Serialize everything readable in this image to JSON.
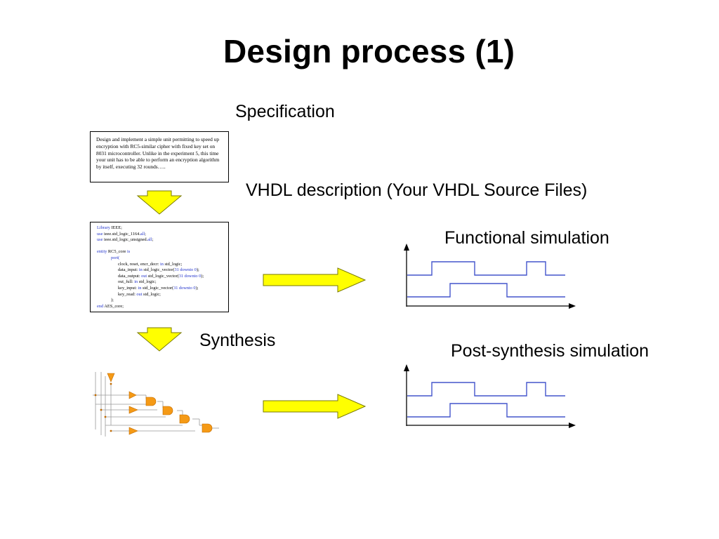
{
  "slide": {
    "title": "Design process (1)",
    "labels": {
      "specification": "Specification",
      "vhdl": "VHDL description (Your VHDL Source Files)",
      "functional": "Functional simulation",
      "synthesis": "Synthesis",
      "post_synthesis": "Post-synthesis simulation"
    },
    "spec_text": "Design and implement a simple unit permitting to speed up encryption with RC5-similar cipher with fixed key set on 8031 microcontroller. Unlike in the experiment 5, this time your unit has to be able to perform an encryption algorithm by itself, executing 32 rounds…..",
    "code": {
      "l1_kw": "Library",
      "l1_rest": " IEEE;",
      "l2_kw": "use",
      "l2_mid": " ieee.std_logic_1164.",
      "l2_kw2": "all",
      "l2_end": ";",
      "l3_kw": "use",
      "l3_mid": " ieee.std_logic_unsigned.",
      "l3_kw2": "all",
      "l3_end": ";",
      "l4_kw": "entity",
      "l4_mid": " RC5_core ",
      "l4_kw2": "is",
      "l5_kw": "port(",
      "l6_a": "clock, reset, encr_decr: ",
      "l6_kw": "in",
      "l6_b": " std_logic;",
      "l7_a": "data_input: ",
      "l7_kw": "in",
      "l7_b": " std_logic_vector(",
      "l7_n1": "31",
      "l7_kw2": " downto ",
      "l7_n2": "0",
      "l7_c": ");",
      "l8_a": "data_output: ",
      "l8_kw": "out",
      "l8_b": " std_logic_vector(",
      "l8_n1": "31",
      "l8_kw2": " downto ",
      "l8_n2": "0",
      "l8_c": ");",
      "l9_a": "out_full: ",
      "l9_kw": "in",
      "l9_b": " std_logic;",
      "l10_a": "key_input: ",
      "l10_kw": "in",
      "l10_b": " std_logic_vector(",
      "l10_n1": "31",
      "l10_kw2": " downto ",
      "l10_n2": "0",
      "l10_c": ");",
      "l11_a": "key_read: ",
      "l11_kw": "out",
      "l11_b": " std_logic;",
      "l12": ");",
      "l13_kw": "end",
      "l13_rest": " AES_core;"
    },
    "colors": {
      "arrow_fill": "#ffff00",
      "arrow_stroke": "#7a7a00",
      "waveform": "#4455cc",
      "gate": "#f59a16",
      "keyword": "#2233cc"
    },
    "icons": [
      "down-arrow-icon",
      "right-arrow-icon",
      "gate-schematic-icon",
      "waveform-chart-icon"
    ]
  }
}
